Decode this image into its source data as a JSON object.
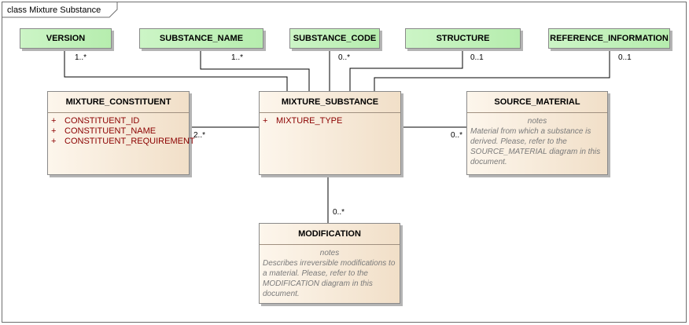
{
  "frame_title": "class Mixture Substance",
  "boxes": {
    "version": "VERSION",
    "substance_name": "SUBSTANCE_NAME",
    "substance_code": "SUBSTANCE_CODE",
    "structure": "STRUCTURE",
    "reference_information": "REFERENCE_INFORMATION"
  },
  "classes": {
    "mixture_constituent": {
      "name": "MIXTURE_CONSTITUENT",
      "attributes": [
        {
          "vis": "+",
          "name": "CONSTITUENT_ID"
        },
        {
          "vis": "+",
          "name": "CONSTITUENT_NAME"
        },
        {
          "vis": "+",
          "name": "CONSTITUENT_REQUIREMENT"
        }
      ]
    },
    "mixture_substance": {
      "name": "MIXTURE_SUBSTANCE",
      "attributes": [
        {
          "vis": "+",
          "name": "MIXTURE_TYPE"
        }
      ]
    },
    "source_material": {
      "name": "SOURCE_MATERIAL",
      "notes_title": "notes",
      "notes": "Material from which a substance is derived. Please, refer to the SOURCE_MATERIAL diagram in this document."
    },
    "modification": {
      "name": "MODIFICATION",
      "notes_title": "notes",
      "notes": "Describes irreversible modifications to a material. Please, refer to the MODIFICATION diagram in this document."
    }
  },
  "multiplicities": {
    "version": "1..*",
    "substance_name": "1..*",
    "substance_code": "0..*",
    "structure": "0..1",
    "reference_information": "0..1",
    "mixture_constituent": "2..*",
    "source_material": "0..*",
    "modification": "0..*"
  },
  "colors": {
    "green_box": "#b6edae",
    "class_box": "#f1dfc8",
    "attribute_text": "#8b0000",
    "notes_text": "#7a7a7a",
    "line": "#000000"
  }
}
